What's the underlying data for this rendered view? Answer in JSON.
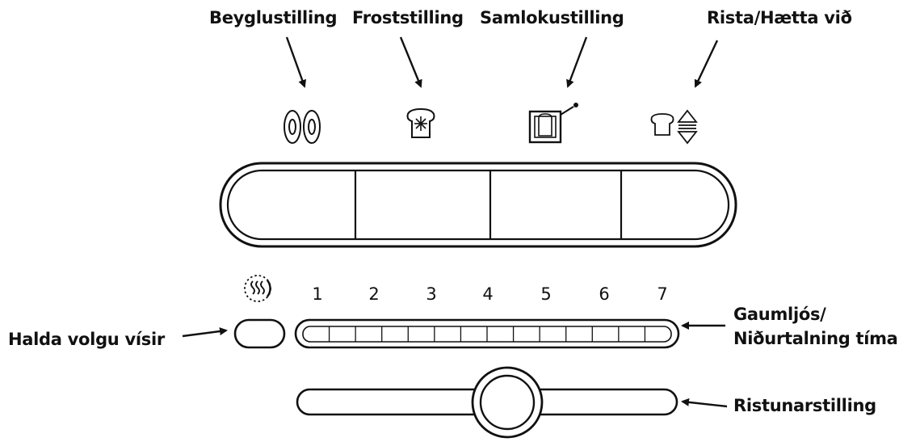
{
  "labels": {
    "bagel": "Beyglustilling",
    "defrost": "Froststilling",
    "sandwich": "Samlokustilling",
    "toast_cancel": "Rista/Hætta við",
    "keep_warm_indicator": "Halda volgu vísir",
    "indicator_line1": "Gaumljós/",
    "indicator_line2": "Niðurtalning tíma",
    "browning": "Ristunarstilling"
  },
  "scale": [
    "1",
    "2",
    "3",
    "4",
    "5",
    "6",
    "7"
  ],
  "icons": [
    "bagel-icon",
    "snowflake-toast-icon",
    "sandwich-icon",
    "toast-lever-icon",
    "keep-warm-icon"
  ],
  "colors": {
    "stroke": "#111111",
    "background": "#ffffff"
  }
}
